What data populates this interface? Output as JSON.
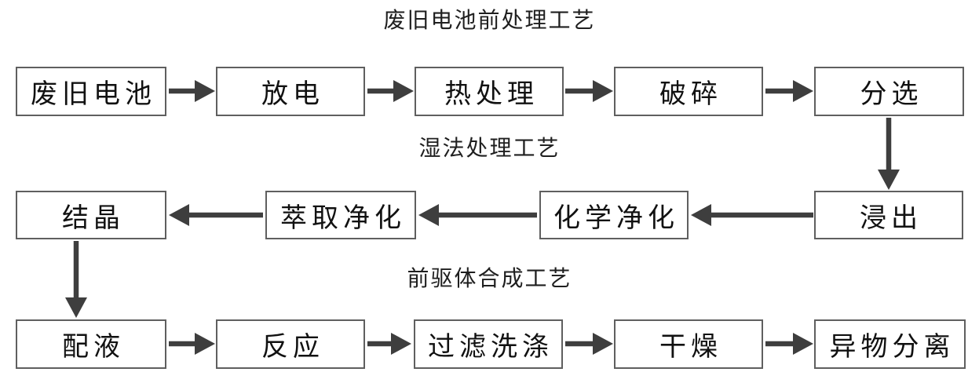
{
  "diagram": {
    "type": "flowchart",
    "stages": [
      {
        "title": "废旧电池前处理工艺",
        "direction": "left-to-right",
        "nodes": [
          "废旧电池",
          "放电",
          "热处理",
          "破碎",
          "分选"
        ]
      },
      {
        "title": "湿法处理工艺",
        "direction": "right-to-left",
        "nodes": [
          "浸出",
          "化学净化",
          "萃取净化",
          "结晶"
        ]
      },
      {
        "title": "前驱体合成工艺",
        "direction": "left-to-right",
        "nodes": [
          "配液",
          "反应",
          "过滤洗涤",
          "干燥",
          "异物分离"
        ]
      }
    ],
    "connections": [
      {
        "from": "废旧电池",
        "to": "放电"
      },
      {
        "from": "放电",
        "to": "热处理"
      },
      {
        "from": "热处理",
        "to": "破碎"
      },
      {
        "from": "破碎",
        "to": "分选"
      },
      {
        "from": "分选",
        "to": "浸出"
      },
      {
        "from": "浸出",
        "to": "化学净化"
      },
      {
        "from": "化学净化",
        "to": "萃取净化"
      },
      {
        "from": "萃取净化",
        "to": "结晶"
      },
      {
        "from": "结晶",
        "to": "配液"
      },
      {
        "from": "配液",
        "to": "反应"
      },
      {
        "from": "反应",
        "to": "过滤洗涤"
      },
      {
        "from": "过滤洗涤",
        "to": "干燥"
      },
      {
        "from": "干燥",
        "to": "异物分离"
      }
    ],
    "colors": {
      "background": "#ffffff",
      "box_border": "#5f5f5f",
      "arrow": "#3e3e3e",
      "text": "#111111"
    }
  }
}
